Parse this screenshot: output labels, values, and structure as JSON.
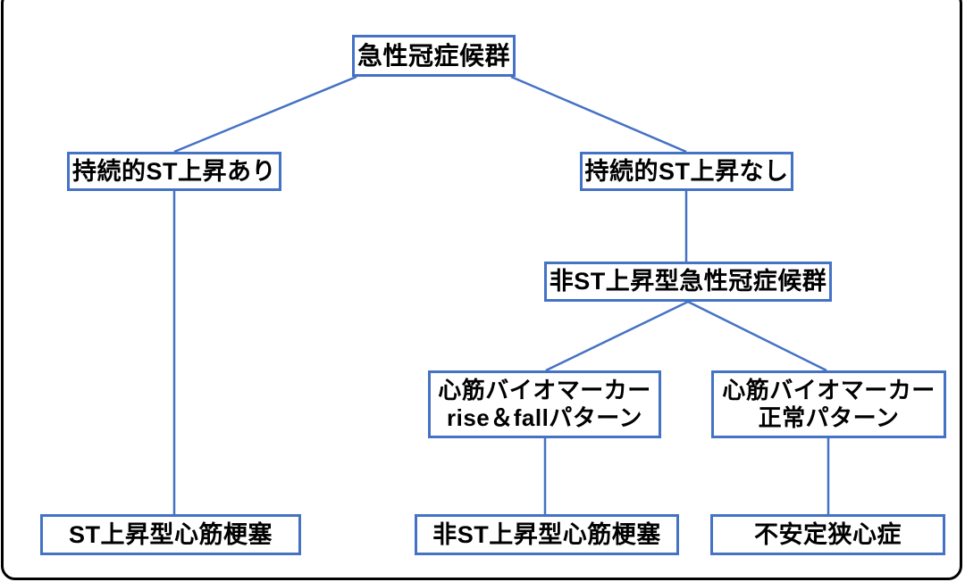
{
  "diagram": {
    "accent_color": "#4472C4",
    "text_color": "#000000",
    "background_color": "#ffffff",
    "nodes": {
      "root": {
        "label": "急性冠症候群"
      },
      "st_elevation_yes": {
        "label": "持続的ST上昇あり"
      },
      "st_elevation_no": {
        "label": "持続的ST上昇なし"
      },
      "nstacs": {
        "label": "非ST上昇型急性冠症候群"
      },
      "biomarker_rise_fall": {
        "line1": "心筋バイオマーカー",
        "line2": "rise＆fallパターン"
      },
      "biomarker_normal": {
        "line1": "心筋バイオマーカー",
        "line2": "正常パターン"
      },
      "stemi": {
        "label": "ST上昇型心筋梗塞"
      },
      "nstemi": {
        "label": "非ST上昇型心筋梗塞"
      },
      "unstable_angina": {
        "label": "不安定狭心症"
      }
    },
    "edges": [
      {
        "from": "root",
        "to": "st_elevation_yes"
      },
      {
        "from": "root",
        "to": "st_elevation_no"
      },
      {
        "from": "st_elevation_yes",
        "to": "stemi"
      },
      {
        "from": "st_elevation_no",
        "to": "nstacs"
      },
      {
        "from": "nstacs",
        "to": "biomarker_rise_fall"
      },
      {
        "from": "nstacs",
        "to": "biomarker_normal"
      },
      {
        "from": "biomarker_rise_fall",
        "to": "nstemi"
      },
      {
        "from": "biomarker_normal",
        "to": "unstable_angina"
      }
    ]
  }
}
